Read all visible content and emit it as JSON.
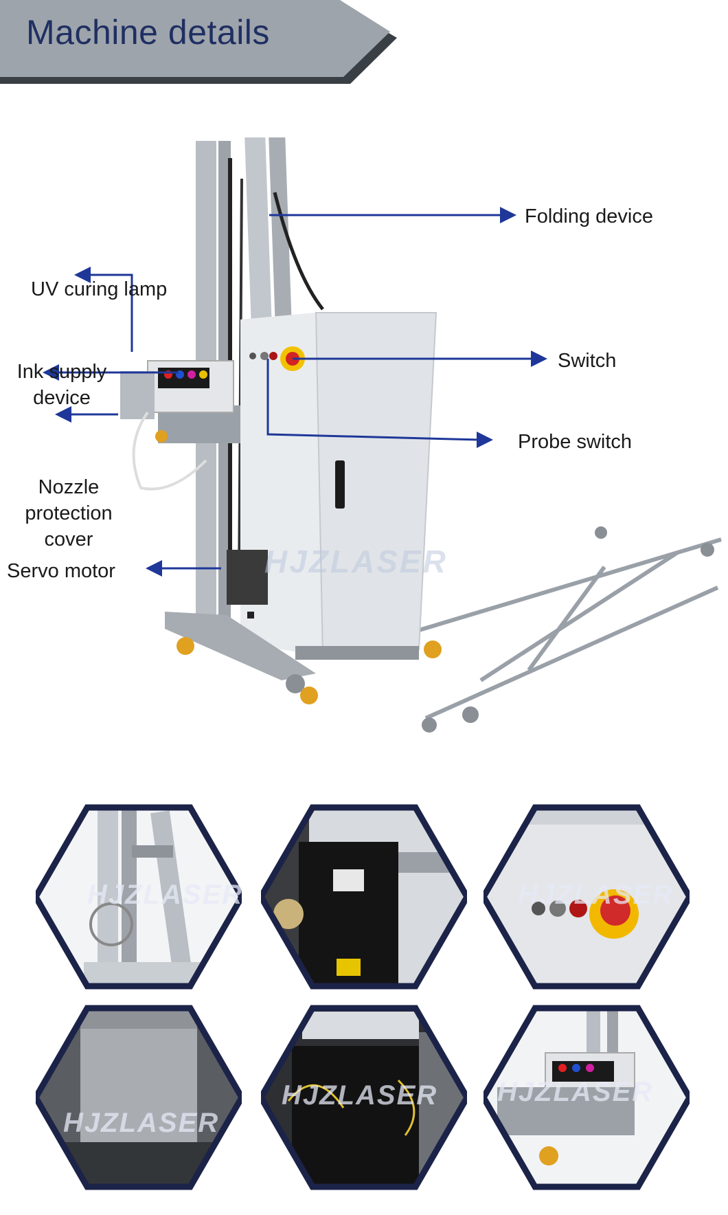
{
  "header": {
    "title": "Machine details"
  },
  "callouts": {
    "folding_device": "Folding device",
    "uv_curing_lamp": "UV curing lamp",
    "ink_supply_line1": "Ink supply",
    "ink_supply_line2": "device",
    "switch": "Switch",
    "probe_switch": "Probe switch",
    "nozzle_line1": "Nozzle",
    "nozzle_line2": "protection",
    "nozzle_line3": "cover",
    "servo_motor": "Servo motor"
  },
  "watermark": {
    "brand": "HJZLASER"
  },
  "gallery": {
    "items": [
      {
        "subject": "folding-frame"
      },
      {
        "subject": "servo-motor-closeup"
      },
      {
        "subject": "switch-closeup"
      },
      {
        "subject": "nozzle-cover-closeup"
      },
      {
        "subject": "ink-supply-closeup"
      },
      {
        "subject": "uv-lamp-closeup"
      }
    ]
  },
  "colors": {
    "arrow": "#1e3799",
    "title": "#1f2f62",
    "banner_fill": "#9ea4ab",
    "banner_shadow": "#3a3f45",
    "hex_border": "#1c2348"
  }
}
